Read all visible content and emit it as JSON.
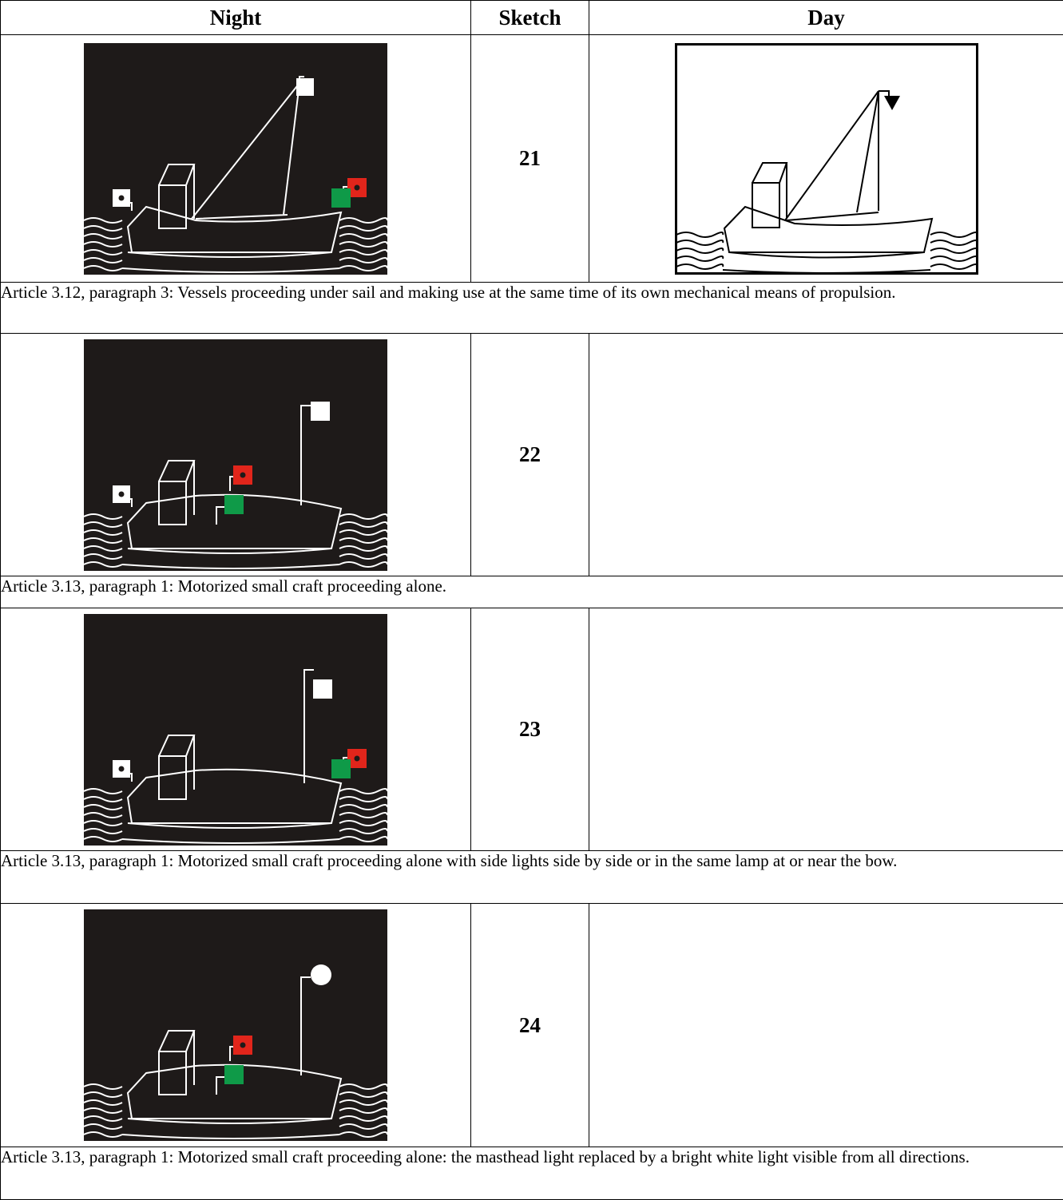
{
  "headers": {
    "night": "Night",
    "sketch": "Sketch",
    "day": "Day"
  },
  "rows": [
    {
      "sketch_no": "21",
      "caption": "Article 3.12, paragraph 3:  Vessels proceeding under sail and making use at the same time of its own mechanical means of propulsion.",
      "masthead_light": "white square",
      "sidelights": "at bow",
      "sail": true,
      "day_signal": "cone, point downwards"
    },
    {
      "sketch_no": "22",
      "caption": "Article 3.13, paragraph 1:  Motorized small craft proceeding alone.",
      "masthead_light": "white square",
      "sidelights": "amidships",
      "sail": false,
      "day_signal": ""
    },
    {
      "sketch_no": "23",
      "caption": "Article 3.13, paragraph 1:  Motorized small craft proceeding alone with side lights side by side or in the same lamp at or near the bow.",
      "masthead_light": "white square",
      "sidelights": "at bow",
      "sail": false,
      "day_signal": ""
    },
    {
      "sketch_no": "24",
      "caption": "Article 3.13, paragraph 1:  Motorized small craft proceeding alone:  the masthead light replaced by a bright white light visible from all directions.",
      "masthead_light": "white all-round light",
      "sidelights": "amidships",
      "sail": false,
      "day_signal": ""
    }
  ],
  "colors": {
    "night_bg": "#1e1a19",
    "red_light": "#e1251b",
    "green_light": "#0f9a48",
    "white_light": "#ffffff"
  }
}
